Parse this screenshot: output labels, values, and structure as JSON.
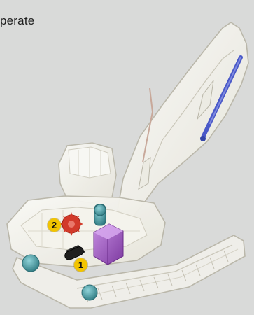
{
  "caption_fragment": "perate",
  "markers": [
    {
      "label": "1"
    },
    {
      "label": "2"
    }
  ],
  "colors": {
    "background": "#d9dad9",
    "machine_body": "#f4f4ee",
    "machine_outline": "#b9b6a8",
    "hydraulic_cylinder": "#4a59c8",
    "highlight_block": "#a45fc0",
    "gear_component": "#d23a2a",
    "battery_component": "#222222",
    "accent_teal": "#3c8f96",
    "marker": "#f2c400"
  }
}
